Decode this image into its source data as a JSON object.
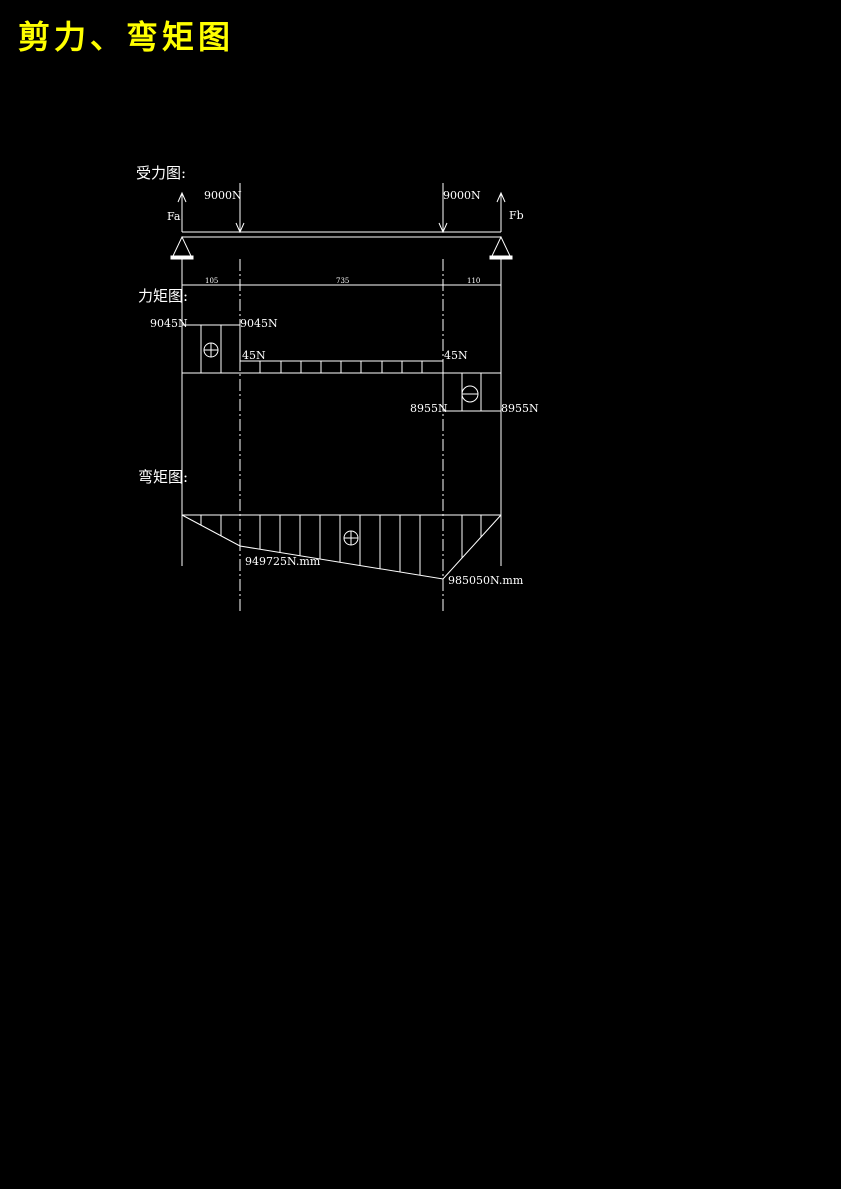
{
  "title": "剪力、弯矩图",
  "load_diagram": {
    "label": "受力图:",
    "force_left": "9000N",
    "force_right": "9000N",
    "reaction_a": "Fa",
    "reaction_b": "Fb",
    "dim_1": "105",
    "dim_2": "735",
    "dim_3": "110"
  },
  "shear_diagram": {
    "label": "力矩图:",
    "left_top": "9045N",
    "left_top_2": "9045N",
    "mid_left": "45N",
    "mid_right": "45N",
    "right_bottom_left": "8955N",
    "right_bottom_right": "8955N"
  },
  "moment_diagram": {
    "label": "弯矩图:",
    "moment_1": "949725N.mm",
    "moment_2": "985050N.mm"
  }
}
